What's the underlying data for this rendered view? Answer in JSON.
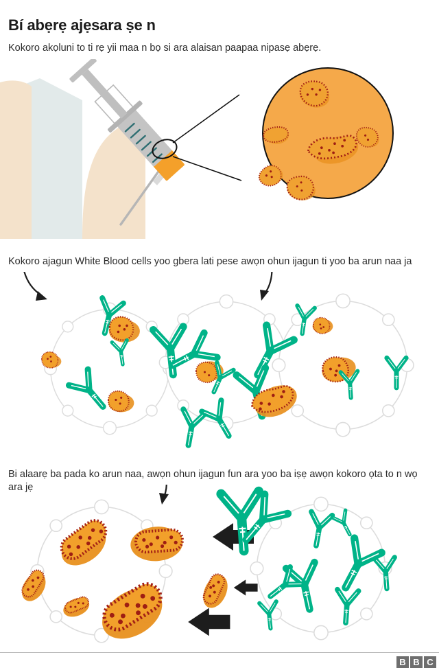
{
  "headline": "Bí abẹrẹ ajẹsara ṣe n",
  "standfirst": "Kokoro akọluni to ti rẹ yii maa n bọ si ara alaisan paapaa nipasẹ abẹrẹ.",
  "steps": [
    {
      "id": "injection",
      "text": "",
      "caption": "Kokoro akọluni to ti rẹ yii maa n bọ si ara alaisan paapaa nipasẹ abẹrẹ."
    },
    {
      "id": "response",
      "text": "Kokoro ajagun White Blood cells yoo gbera lati pese awọn ohun ijagun ti yoo ba arun naa ja"
    },
    {
      "id": "memory",
      "text": "Bi alaarẹ ba pada ko arun naa, awọn ohun ijagun fun ara yoo ba iṣẹ awọn kokoro ọta to n wọ ara jẹ"
    }
  ],
  "footer": {
    "logo_letters": [
      "B",
      "B",
      "C"
    ]
  },
  "colors": {
    "orange": "#F5A83C",
    "orange_light": "#F7B55B",
    "orange_dark": "#E8901E",
    "virus_outline": "#A32015",
    "virus_dot": "#C0271A",
    "teal": "#00B388",
    "teal_dark": "#00A07A",
    "skin": "#F4E2CB",
    "shirt": "#E2EAEA",
    "syringe_grey": "#C4C4C4",
    "syringe_grey_dark": "#ADADAD",
    "cell_outline": "#DCDCDC",
    "arrow_black": "#1d1d1d",
    "text": "#2b2b2b",
    "logo_grey": "#6e6e6e"
  },
  "figure": {
    "injection": {
      "magnifier_virus_count": 6,
      "syringe_label": "syringe",
      "arm_label": "upper-arm",
      "shirt_label": "sleeve"
    },
    "response": {
      "white_blood_cell_count": 3,
      "antibody_count": 12,
      "virus_count": 8
    },
    "memory": {
      "white_blood_cell_count": 2,
      "antibody_count": 9,
      "bacteria_count": 7,
      "arrow_count": 3
    }
  }
}
